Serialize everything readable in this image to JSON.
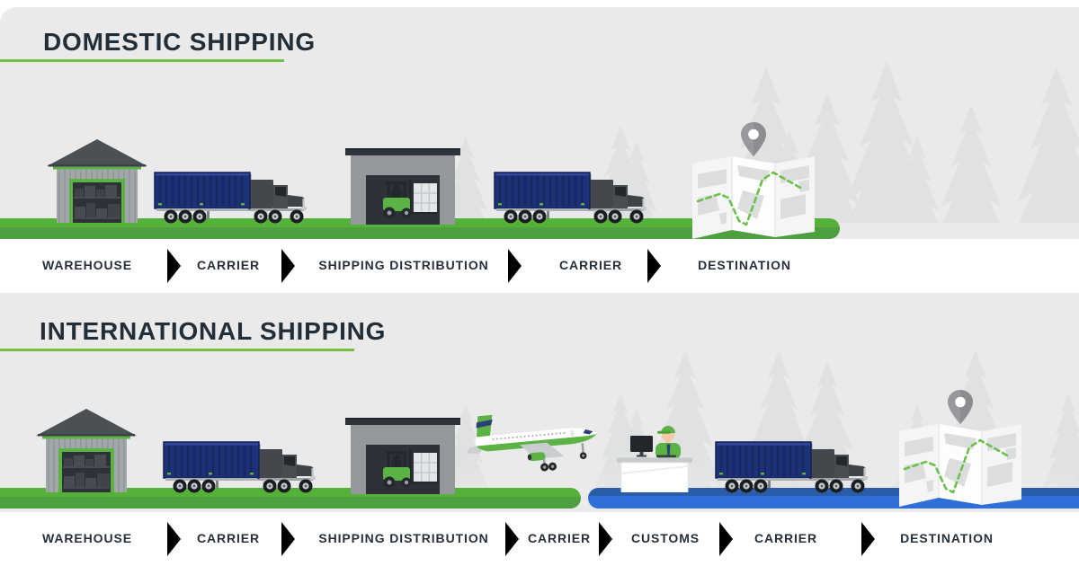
{
  "sections": [
    {
      "id": "domestic",
      "title": "DOMESTIC SHIPPING",
      "steps": [
        "WAREHOUSE",
        "CARRIER",
        "SHIPPING DISTRIBUTION",
        "CARRIER",
        "DESTINATION"
      ],
      "illustrations": [
        "warehouse",
        "carrier-truck",
        "shipping-distribution-center",
        "carrier-truck",
        "destination-map-pin"
      ],
      "road_color": "green"
    },
    {
      "id": "international",
      "title": "INTERNATIONAL  SHIPPING",
      "steps": [
        "WAREHOUSE",
        "CARRIER",
        "SHIPPING DISTRIBUTION",
        "CARRIER",
        "CUSTOMS",
        "CARRIER",
        "DESTINATION"
      ],
      "illustrations": [
        "warehouse",
        "carrier-truck",
        "shipping-distribution-center",
        "cargo-airplane",
        "customs-officer-desk",
        "carrier-truck",
        "destination-map-pin"
      ],
      "road_color": "green-then-blue"
    }
  ],
  "colors": {
    "background_gray": "#EAEAEB",
    "tree_silhouette": "#E0E1E1",
    "title_text": "#232F38",
    "step_text": "#273039",
    "chevron_gray": "#C9C9C9",
    "accent_green": "#74C044",
    "road_green_top": "#56B13B",
    "road_green_bottom": "#4E9F3F",
    "road_blue_top": "#2A5CA8",
    "road_blue_bottom": "#2E70D8",
    "container_navy": "#1E3077",
    "building_gray": "#A2A7AA",
    "roof_dark": "#4A5054",
    "map_pin_gray": "#97999C"
  }
}
